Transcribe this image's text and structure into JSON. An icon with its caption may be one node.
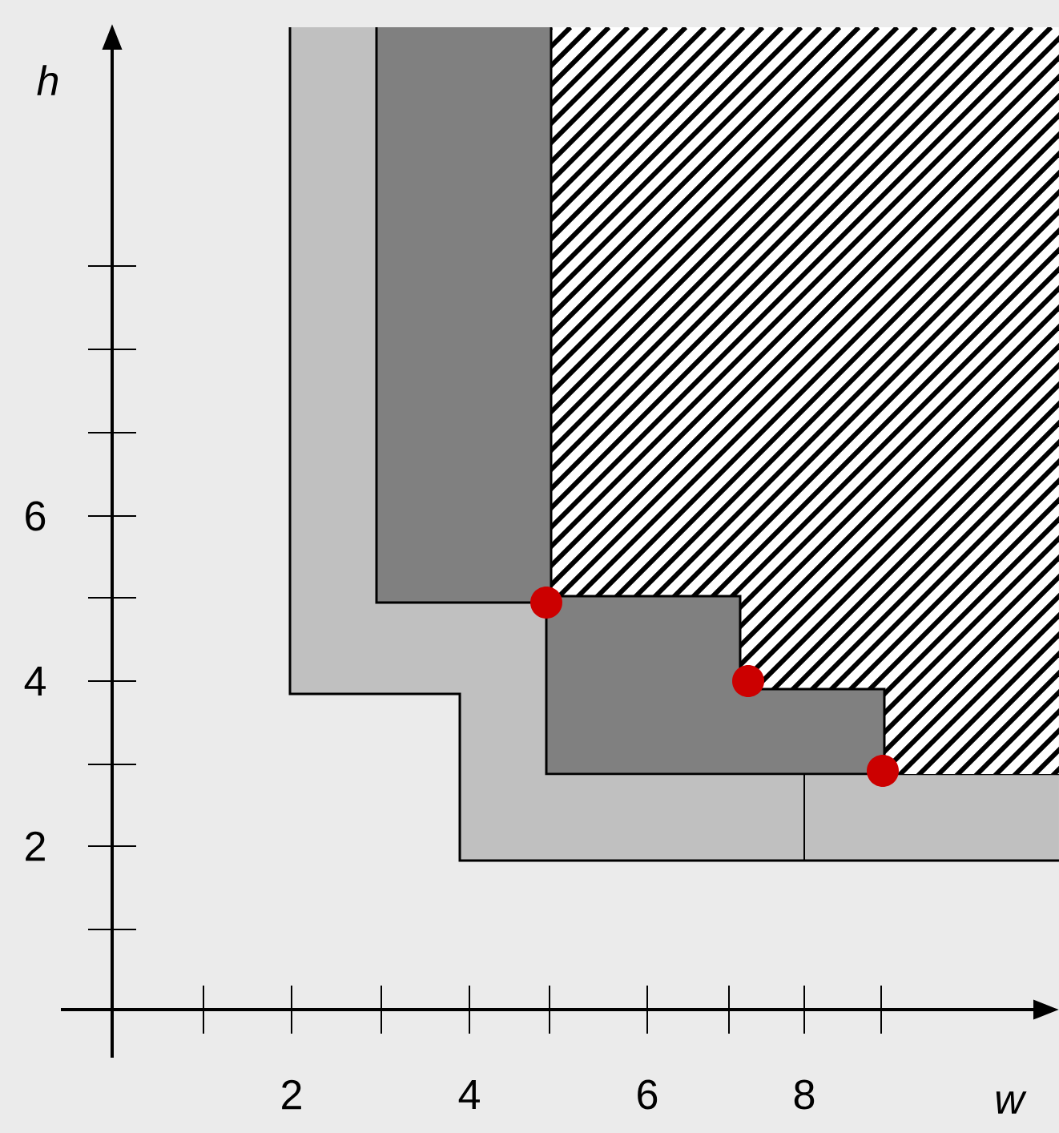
{
  "diagram": {
    "labels": [
      "h",
      "6",
      "4",
      "2",
      "2",
      "4",
      "6",
      "8",
      "w"
    ]
  }
}
